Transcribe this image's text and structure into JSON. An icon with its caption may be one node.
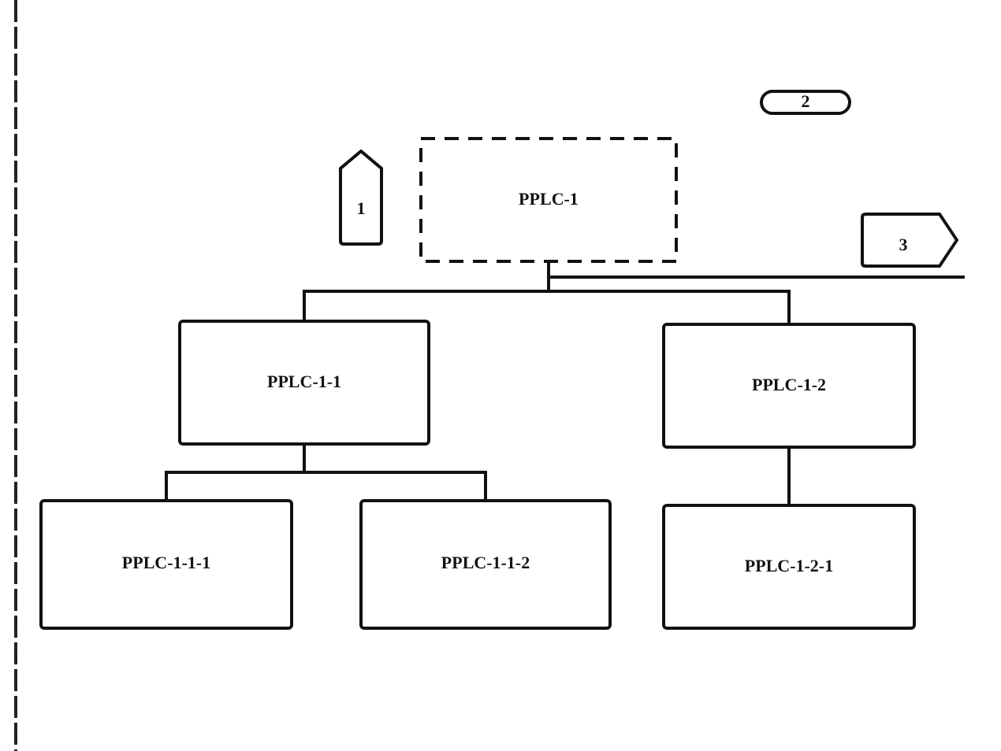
{
  "diagram": {
    "nodes": [
      {
        "text": [
          "2"
        ]
      },
      {
        "text": [
          "1"
        ]
      },
      {
        "text": [
          "PPLC-1"
        ]
      },
      {
        "text": [
          "3"
        ]
      },
      {
        "text": [
          "PPLC-1-1"
        ]
      },
      {
        "text": [
          "PPLC-1-2"
        ]
      },
      {
        "text": [
          "PPLC-1-1-1"
        ]
      },
      {
        "text": [
          "PPLC-1-1-2"
        ]
      },
      {
        "text": [
          "PPLC-1-2-1"
        ]
      }
    ],
    "edges": [
      {
        "from": 2,
        "to": 4,
        "arrow": "none"
      },
      {
        "from": 2,
        "to": 5,
        "arrow": "none"
      },
      {
        "from": 4,
        "to": 6,
        "arrow": "none"
      },
      {
        "from": 4,
        "to": 7,
        "arrow": "none"
      },
      {
        "from": 5,
        "to": 8,
        "arrow": "none"
      },
      {
        "from": 2,
        "to": null,
        "arrow": "none"
      }
    ]
  }
}
